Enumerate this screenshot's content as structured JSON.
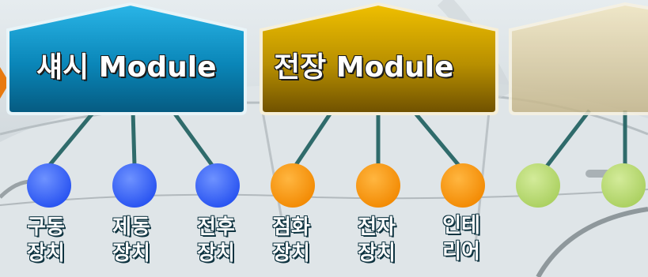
{
  "modules": [
    {
      "title": "섀시 Module",
      "color": "#0a8fc0"
    },
    {
      "title": "전장 Module",
      "color": "#b08a00"
    },
    {
      "title": "",
      "color": "#c9b98a"
    }
  ],
  "nodes": [
    {
      "line1": "구동",
      "line2": "장치",
      "color": "#3c6cff"
    },
    {
      "line1": "제동",
      "line2": "장치",
      "color": "#3c6cff"
    },
    {
      "line1": "전후",
      "line2": "장치",
      "color": "#3c6cff"
    },
    {
      "line1": "점화",
      "line2": "장치",
      "color": "#ff9a00"
    },
    {
      "line1": "전자",
      "line2": "장치",
      "color": "#ff9a00"
    },
    {
      "line1": "인테",
      "line2": "리어",
      "color": "#ff9a00"
    },
    {
      "line1": "",
      "line2": "",
      "color": "#bcd97a"
    },
    {
      "line1": "",
      "line2": "",
      "color": "#bcd97a"
    }
  ]
}
